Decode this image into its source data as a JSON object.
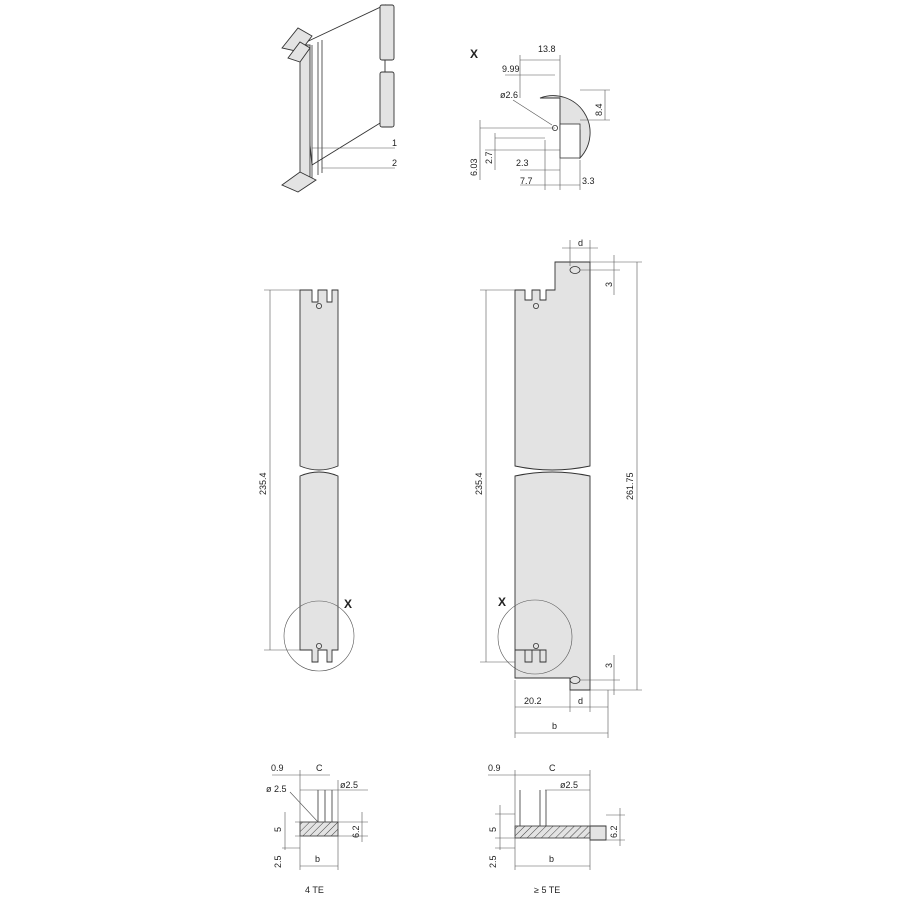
{
  "labels": {
    "x_top": "X",
    "x_left": "X",
    "x_right": "X",
    "leader_1": "1",
    "leader_2": "2",
    "te4": "4 TE",
    "te5": "≥ 5 TE"
  },
  "dims_top": {
    "d13_8": "13.8",
    "d9_99": "9.99",
    "dia2_6": "ø2.6",
    "d8_4": "8.4",
    "d6_03": "6.03",
    "d2_7": "2.7",
    "d2_3": "2.3",
    "d7_7": "7.7",
    "d3_3": "3.3"
  },
  "dims_mid": {
    "left_235_4": "235.4",
    "right_235_4": "235.4",
    "right_261_75": "261.75",
    "top_d": "d",
    "top_3": "3",
    "bottom_3": "3",
    "d20_2": "20.2",
    "bottom_d": "d",
    "bottom_b": "b"
  },
  "dims_bottom_left": {
    "d0_9": "0.9",
    "c": "C",
    "dia2_5_a": "ø 2.5",
    "dia2_5_b": "ø2.5",
    "d5": "5",
    "d6_2": "6.2",
    "d2_5": "2.5",
    "b": "b"
  },
  "dims_bottom_right": {
    "d0_9": "0.9",
    "c": "C",
    "dia2_5": "ø2.5",
    "d5": "5",
    "d6_2": "6.2",
    "d2_5": "2.5",
    "b": "b"
  }
}
